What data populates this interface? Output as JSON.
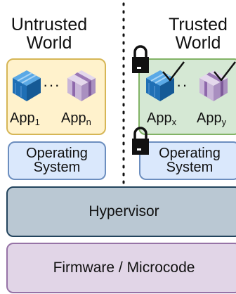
{
  "untrusted": {
    "title_line1": "Untrusted",
    "title_line2": "World",
    "app1": {
      "base": "App",
      "sub": "1"
    },
    "appn": {
      "base": "App",
      "sub": "n"
    },
    "os_line1": "Operating",
    "os_line2": "System"
  },
  "trusted": {
    "title_line1": "Trusted",
    "title_line2": "World",
    "appx": {
      "base": "App",
      "sub": "x"
    },
    "appy": {
      "base": "App",
      "sub": "y"
    },
    "os_line1": "Operating",
    "os_line2": "System"
  },
  "hypervisor": {
    "label": "Hypervisor"
  },
  "firmware": {
    "label": "Firmware / Microcode"
  },
  "colors": {
    "untrusted_fill": "#fff2cc",
    "untrusted_border": "#d6b656",
    "trusted_fill": "#d5e8d4",
    "trusted_border": "#82b366",
    "os_fill": "#dae8fc",
    "os_border": "#6c8ebf",
    "hypervisor_fill": "#bac8d3",
    "hypervisor_border": "#23445d",
    "firmware_fill": "#e1d5e7",
    "firmware_border": "#9673a6",
    "app_blue": "#1f7ac7",
    "app_purple": "#c8b4d6"
  },
  "icons": [
    "blue-cube-icon",
    "purple-package-icon",
    "lock-icon",
    "checkmark-icon"
  ]
}
